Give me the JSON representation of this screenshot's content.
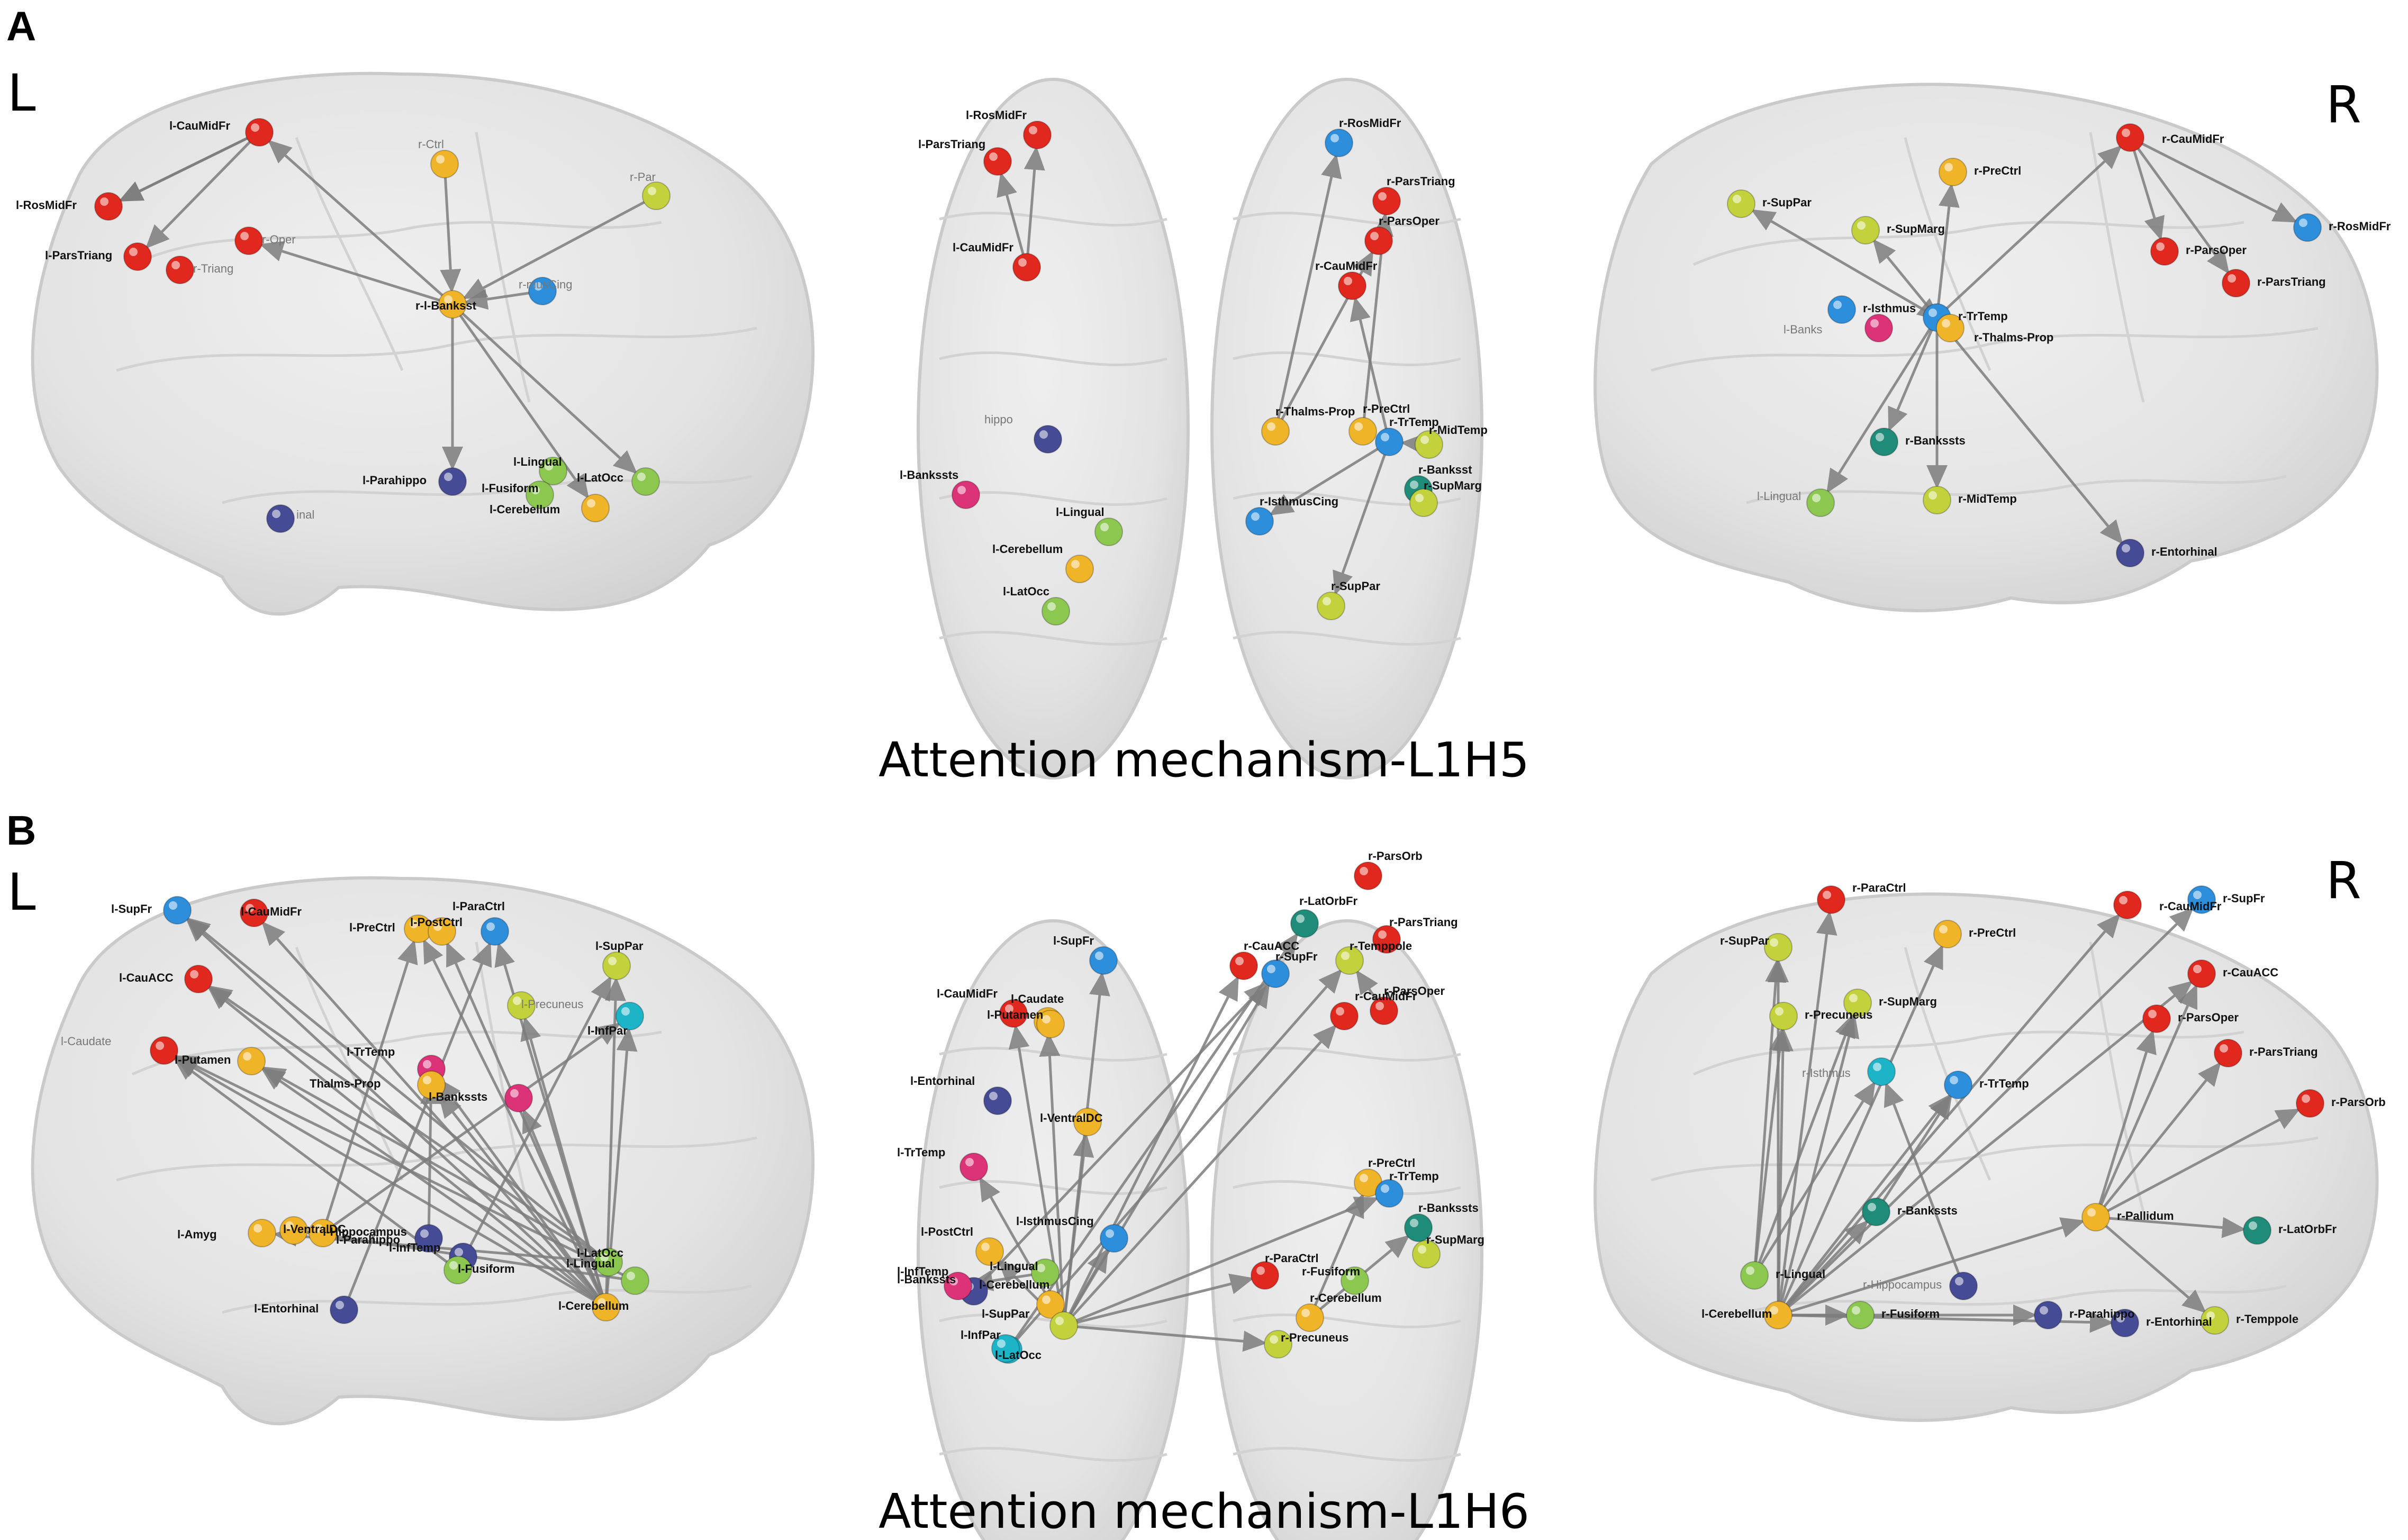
{
  "panels": [
    {
      "letter": "A",
      "left_label": "L",
      "right_label": "R",
      "caption": "Attention mechanism-L1H5"
    },
    {
      "letter": "B",
      "left_label": "L",
      "right_label": "R",
      "caption": "Attention mechanism-L1H6"
    }
  ],
  "colors": {
    "red": "#e0281e",
    "blue": "#2d8fdc",
    "orange": "#f0b428",
    "yellow_green": "#c3d23c",
    "green": "#8cc850",
    "navy": "#464b96",
    "teal": "#1e8c78",
    "cyan": "#1eb4c8",
    "magenta": "#dc3278",
    "arrow": "#7d7d7d",
    "brain_fill": "#e3e3e3",
    "brain_stroke": "#c8c8c8"
  },
  "views": {
    "A_left": {
      "nodes": [
        {
          "label": "l-CauMidFr",
          "color": "red",
          "bold": true
        },
        {
          "label": "l-RosMidFr",
          "color": "red",
          "bold": true
        },
        {
          "label": "l-ParsTriang",
          "color": "red",
          "bold": true
        },
        {
          "label": "r-Oper",
          "color": "red",
          "bold": false
        },
        {
          "label": "r-Triang",
          "color": "red",
          "bold": false
        },
        {
          "label": "r-Ctrl",
          "color": "orange",
          "bold": false
        },
        {
          "label": "r-Par",
          "color": "yellow_green",
          "bold": false
        },
        {
          "label": "r-musCing",
          "color": "blue",
          "bold": false
        },
        {
          "label": "r-l-Banksst",
          "color": "orange",
          "bold": true
        },
        {
          "label": "l-Parahippo",
          "color": "navy",
          "bold": true
        },
        {
          "label": "l-Lingual",
          "color": "green",
          "bold": true
        },
        {
          "label": "l-LatOcc",
          "color": "green",
          "bold": true
        },
        {
          "label": "l-Fusiform",
          "color": "green",
          "bold": true
        },
        {
          "label": "l-Cerebellum",
          "color": "orange",
          "bold": true
        },
        {
          "label": "inal",
          "color": "navy",
          "bold": false
        }
      ]
    },
    "A_top": {
      "nodes": [
        {
          "label": "l-RosMidFr",
          "color": "red",
          "bold": true
        },
        {
          "label": "l-ParsTriang",
          "color": "red",
          "bold": true
        },
        {
          "label": "l-CauMidFr",
          "color": "red",
          "bold": true
        },
        {
          "label": "r-RosMidFr",
          "color": "blue",
          "bold": true
        },
        {
          "label": "r-ParsTriang",
          "color": "red",
          "bold": true
        },
        {
          "label": "r-ParsOper",
          "color": "red",
          "bold": true
        },
        {
          "label": "r-CauMidFr",
          "color": "red",
          "bold": true
        },
        {
          "label": "r-Thalms-Prop",
          "color": "orange",
          "bold": true
        },
        {
          "label": "r-PreCtrl",
          "color": "orange",
          "bold": true
        },
        {
          "label": "r-TrTemp",
          "color": "blue",
          "bold": true
        },
        {
          "label": "r-MidTemp",
          "color": "yellow_green",
          "bold": true
        },
        {
          "label": "r-Banksst",
          "color": "teal",
          "bold": true
        },
        {
          "label": "r-SupMarg",
          "color": "yellow_green",
          "bold": true
        },
        {
          "label": "r-IsthmusCing",
          "color": "blue",
          "bold": true
        },
        {
          "label": "r-SupPar",
          "color": "yellow_green",
          "bold": true
        },
        {
          "label": "hippo",
          "color": "navy",
          "bold": false
        },
        {
          "label": "l-Bankssts",
          "color": "magenta",
          "bold": true
        },
        {
          "label": "l-Lingual",
          "color": "green",
          "bold": true
        },
        {
          "label": "l-Cerebellum",
          "color": "orange",
          "bold": true
        },
        {
          "label": "l-LatOcc",
          "color": "green",
          "bold": true
        }
      ]
    },
    "A_right": {
      "nodes": [
        {
          "label": "r-CauMidFr",
          "color": "red",
          "bold": true
        },
        {
          "label": "r-RosMidFr",
          "color": "blue",
          "bold": true
        },
        {
          "label": "r-ParsOper",
          "color": "red",
          "bold": true
        },
        {
          "label": "r-ParsTriang",
          "color": "red",
          "bold": true
        },
        {
          "label": "r-PreCtrl",
          "color": "orange",
          "bold": true
        },
        {
          "label": "r-SupPar",
          "color": "yellow_green",
          "bold": true
        },
        {
          "label": "r-SupMarg",
          "color": "yellow_green",
          "bold": true
        },
        {
          "label": "r-Isthmus",
          "color": "blue",
          "bold": true
        },
        {
          "label": "r-TrTemp",
          "color": "blue",
          "bold": true
        },
        {
          "label": "r-Thalms-Prop",
          "color": "orange",
          "bold": true
        },
        {
          "label": "l-Banks",
          "color": "magenta",
          "bold": false
        },
        {
          "label": "r-Bankssts",
          "color": "teal",
          "bold": true
        },
        {
          "label": "r-MidTemp",
          "color": "yellow_green",
          "bold": true
        },
        {
          "label": "r-Entorhinal",
          "color": "navy",
          "bold": true
        },
        {
          "label": "l-Lingual",
          "color": "green",
          "bold": false
        }
      ]
    },
    "B_left": {
      "nodes": [
        {
          "label": "l-SupFr",
          "color": "blue",
          "bold": true
        },
        {
          "label": "l-CauMidFr",
          "color": "red",
          "bold": true
        },
        {
          "label": "l-CauACC",
          "color": "red",
          "bold": true
        },
        {
          "label": "l-PreCtrl",
          "color": "orange",
          "bold": true
        },
        {
          "label": "l-PostCtrl",
          "color": "orange",
          "bold": true
        },
        {
          "label": "l-ParaCtrl",
          "color": "blue",
          "bold": true
        },
        {
          "label": "l-SupPar",
          "color": "yellow_green",
          "bold": true
        },
        {
          "label": "l-Precuneus",
          "color": "yellow_green",
          "bold": false
        },
        {
          "label": "l-InfPar",
          "color": "cyan",
          "bold": true
        },
        {
          "label": "l-Caudate",
          "color": "red",
          "bold": false
        },
        {
          "label": "l-Putamen",
          "color": "orange",
          "bold": true
        },
        {
          "label": "l-TrTemp",
          "color": "magenta",
          "bold": true
        },
        {
          "label": "Thalms-Prop",
          "color": "orange",
          "bold": true
        },
        {
          "label": "l-Bankssts",
          "color": "magenta",
          "bold": true
        },
        {
          "label": "l-Amyg",
          "color": "orange",
          "bold": true
        },
        {
          "label": "l-VentralDC",
          "color": "orange",
          "bold": true
        },
        {
          "label": "l-Hippocampus",
          "color": "orange",
          "bold": true
        },
        {
          "label": "l-Parahippo",
          "color": "navy",
          "bold": true
        },
        {
          "label": "l-InfTemp",
          "color": "navy",
          "bold": true
        },
        {
          "label": "l-Fusiform",
          "color": "green",
          "bold": true
        },
        {
          "label": "l-Entorhinal",
          "color": "navy",
          "bold": true
        },
        {
          "label": "l-LatOcc",
          "color": "green",
          "bold": true
        },
        {
          "label": "l-Cerebellum",
          "color": "orange",
          "bold": true
        },
        {
          "label": "l-Lingual",
          "color": "green",
          "bold": true
        }
      ]
    },
    "B_top": {
      "nodes": [
        {
          "label": "l-SupFr",
          "color": "blue",
          "bold": true
        },
        {
          "label": "l-CauMidFr",
          "color": "red",
          "bold": true
        },
        {
          "label": "l-Caudate",
          "color": "orange",
          "bold": true
        },
        {
          "label": "l-Putamen",
          "color": "orange",
          "bold": true
        },
        {
          "label": "l-Entorhinal",
          "color": "navy",
          "bold": true
        },
        {
          "label": "l-VentralDC",
          "color": "orange",
          "bold": true
        },
        {
          "label": "l-TrTemp",
          "color": "magenta",
          "bold": true
        },
        {
          "label": "l-InfTemp",
          "color": "navy",
          "bold": true
        },
        {
          "label": "l-PostCtrl",
          "color": "orange",
          "bold": true
        },
        {
          "label": "l-Bankssts",
          "color": "magenta",
          "bold": true
        },
        {
          "label": "l-IsthmusCing",
          "color": "blue",
          "bold": true
        },
        {
          "label": "l-Lingual",
          "color": "green",
          "bold": true
        },
        {
          "label": "l-Cerebellum",
          "color": "orange",
          "bold": true
        },
        {
          "label": "l-SupPar",
          "color": "yellow_green",
          "bold": true
        },
        {
          "label": "l-InfPar",
          "color": "cyan",
          "bold": true
        },
        {
          "label": "l-LatOcc",
          "color": "cyan",
          "bold": true
        },
        {
          "label": "r-ParsOrb",
          "color": "red",
          "bold": true
        },
        {
          "label": "r-LatOrbFr",
          "color": "teal",
          "bold": true
        },
        {
          "label": "r-ParsTriang",
          "color": "red",
          "bold": true
        },
        {
          "label": "r-Temppole",
          "color": "yellow_green",
          "bold": true
        },
        {
          "label": "r-CauACC",
          "color": "red",
          "bold": true
        },
        {
          "label": "r-SupFr",
          "color": "blue",
          "bold": true
        },
        {
          "label": "r-ParsOper",
          "color": "red",
          "bold": true
        },
        {
          "label": "r-CauMidFr",
          "color": "red",
          "bold": true
        },
        {
          "label": "r-PreCtrl",
          "color": "orange",
          "bold": true
        },
        {
          "label": "r-TrTemp",
          "color": "blue",
          "bold": true
        },
        {
          "label": "r-Bankssts",
          "color": "teal",
          "bold": true
        },
        {
          "label": "r-SupMarg",
          "color": "yellow_green",
          "bold": true
        },
        {
          "label": "r-Fusiform",
          "color": "green",
          "bold": true
        },
        {
          "label": "r-ParaCtrl",
          "color": "red",
          "bold": true
        },
        {
          "label": "r-Cerebellum",
          "color": "orange",
          "bold": true
        },
        {
          "label": "r-Precuneus",
          "color": "yellow_green",
          "bold": true
        }
      ]
    },
    "B_right": {
      "nodes": [
        {
          "label": "r-ParaCtrl",
          "color": "red",
          "bold": true
        },
        {
          "label": "r-PreCtrl",
          "color": "orange",
          "bold": true
        },
        {
          "label": "r-CauMidFr",
          "color": "red",
          "bold": true
        },
        {
          "label": "r-SupFr",
          "color": "blue",
          "bold": true
        },
        {
          "label": "r-CauACC",
          "color": "red",
          "bold": true
        },
        {
          "label": "r-ParsOper",
          "color": "red",
          "bold": true
        },
        {
          "label": "r-ParsTriang",
          "color": "red",
          "bold": true
        },
        {
          "label": "r-ParsOrb",
          "color": "red",
          "bold": true
        },
        {
          "label": "r-SupPar",
          "color": "yellow_green",
          "bold": true
        },
        {
          "label": "r-Precuneus",
          "color": "yellow_green",
          "bold": true
        },
        {
          "label": "r-SupMarg",
          "color": "yellow_green",
          "bold": true
        },
        {
          "label": "r-Isthmus",
          "color": "cyan",
          "bold": false
        },
        {
          "label": "r-TrTemp",
          "color": "blue",
          "bold": true
        },
        {
          "label": "r-Bankssts",
          "color": "teal",
          "bold": true
        },
        {
          "label": "r-Pallidum",
          "color": "orange",
          "bold": true
        },
        {
          "label": "r-LatOrbFr",
          "color": "teal",
          "bold": true
        },
        {
          "label": "r-Lingual",
          "color": "green",
          "bold": true
        },
        {
          "label": "r-Hippocampus",
          "color": "navy",
          "bold": false
        },
        {
          "label": "r-Fusiform",
          "color": "green",
          "bold": true
        },
        {
          "label": "r-Parahippo",
          "color": "navy",
          "bold": true
        },
        {
          "label": "r-Entorhinal",
          "color": "navy",
          "bold": true
        },
        {
          "label": "r-Temppole",
          "color": "yellow_green",
          "bold": true
        },
        {
          "label": "l-Cerebellum",
          "color": "orange",
          "bold": true
        }
      ]
    }
  }
}
